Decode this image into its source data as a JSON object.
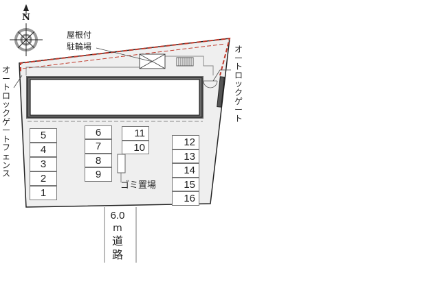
{
  "diagram": {
    "type": "site-plan",
    "compass": {
      "label": "N",
      "icon": "compass-rose-icon"
    },
    "labels": {
      "bicycle_parking": [
        "屋根付",
        "駐輪場"
      ],
      "autolock_gate": "オートロックゲート",
      "autolock_gate_fence": "オートロックゲートフェンス",
      "garbage": "ゴミ置場",
      "road_width": "6.0",
      "road_unit": "m",
      "road_name": "道路"
    },
    "parking": {
      "left_column": [
        "5",
        "4",
        "3",
        "2",
        "1"
      ],
      "middle_column": [
        "6",
        "7",
        "8",
        "9"
      ],
      "small_column": [
        "11",
        "10"
      ],
      "right_column": [
        "12",
        "13",
        "14",
        "15",
        "16"
      ]
    },
    "colors": {
      "lot_fill": "#efefef",
      "building_wall": "#6a6a6a",
      "fence_dash": "#c0392b",
      "line": "#222222"
    }
  }
}
